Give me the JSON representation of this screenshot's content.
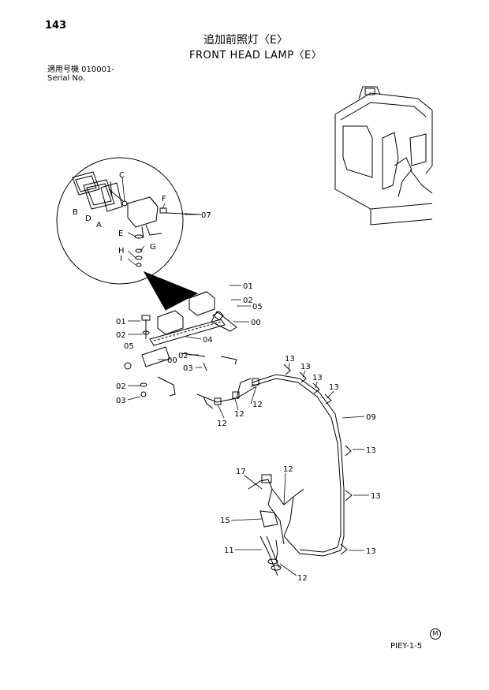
{
  "page_number": "143",
  "title_jp": "追加前照灯〈E〉",
  "title_en": "FRONT HEAD LAMP〈E〉",
  "serial_label_jp": "適用号機 010001-",
  "serial_label_en": "Serial No.",
  "footer_code": "PIEY-1-5",
  "footer_mark": "M",
  "callouts": {
    "A": "A",
    "B": "B",
    "C": "C",
    "D": "D",
    "E": "E",
    "F": "F",
    "G": "G",
    "H": "H",
    "I": "I",
    "p07": "07",
    "p01a": "01",
    "p02a": "02",
    "p05a": "05",
    "p00a": "00",
    "p01b": "01",
    "p02b": "02",
    "p05b": "05",
    "p04": "04",
    "p00b": "00",
    "p02c": "02",
    "p03a": "03",
    "p02d": "02",
    "p03b": "03",
    "p13a": "13",
    "p13b": "13",
    "p13c": "13",
    "p13d": "13",
    "p12a": "12",
    "p12b": "12",
    "p12c": "12",
    "p09": "09",
    "p13e": "13",
    "p13f": "13",
    "p13g": "13",
    "p17": "17",
    "p12d": "12",
    "p15": "15",
    "p11": "11",
    "p12e": "12"
  }
}
